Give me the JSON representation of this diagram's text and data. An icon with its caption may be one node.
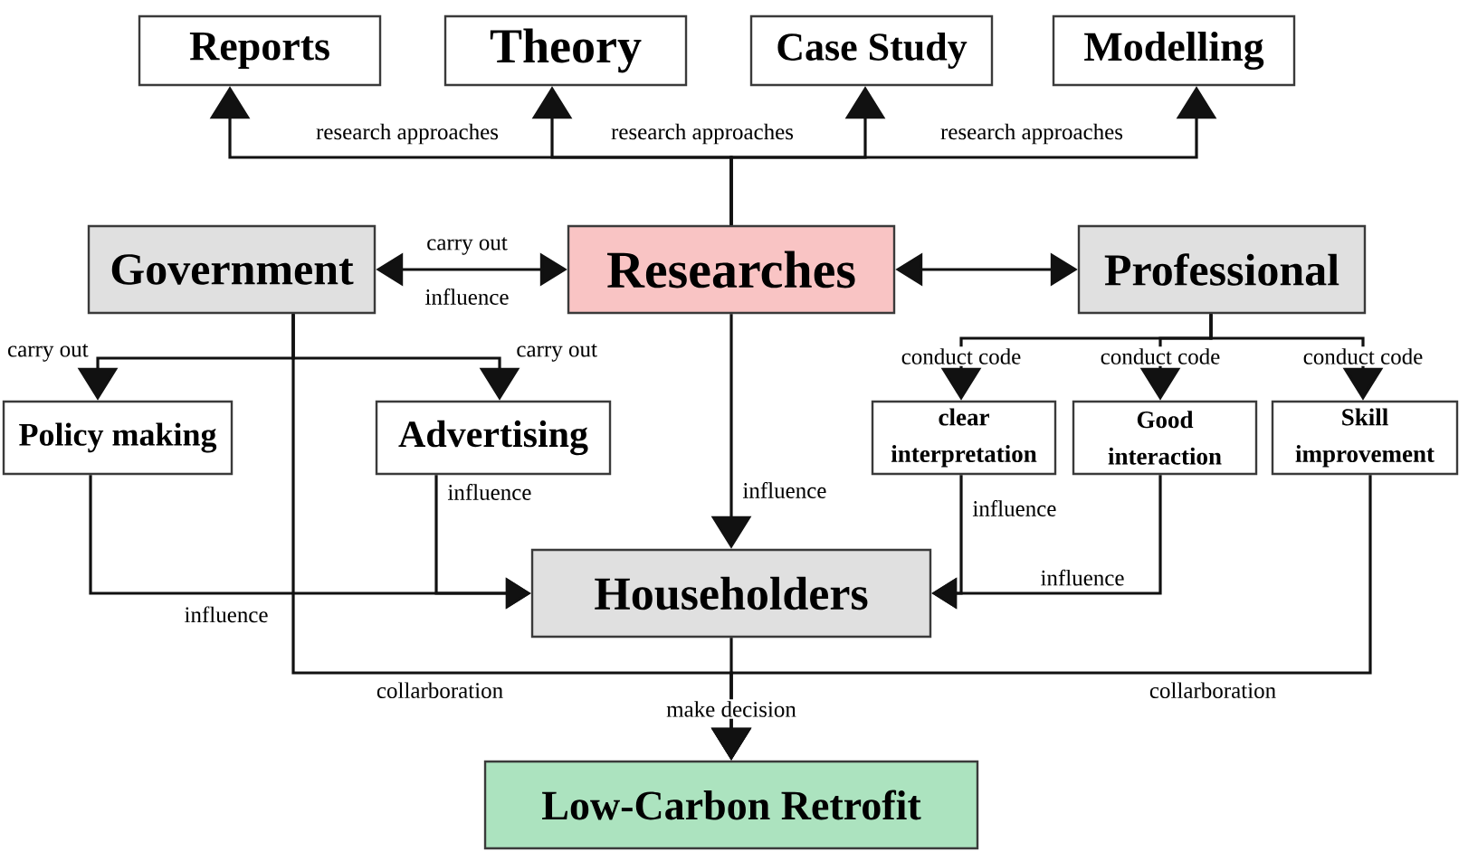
{
  "diagram": {
    "nodes": [
      {
        "text": [
          "Reports"
        ]
      },
      {
        "text": [
          "Theory"
        ]
      },
      {
        "text": [
          "Case Study"
        ]
      },
      {
        "text": [
          "Modelling"
        ]
      },
      {
        "text": [
          "Government"
        ]
      },
      {
        "text": [
          "Researches"
        ]
      },
      {
        "text": [
          "Professional"
        ]
      },
      {
        "text": [
          "Policy making"
        ]
      },
      {
        "text": [
          "Advertising"
        ]
      },
      {
        "text": [
          "clear interpretation"
        ]
      },
      {
        "text": [
          "Good interaction"
        ]
      },
      {
        "text": [
          "Skill improvement"
        ]
      },
      {
        "text": [
          "Householders"
        ]
      },
      {
        "text": [
          "Low-Carbon Retrofit"
        ]
      }
    ],
    "edges": [
      {
        "from": 5,
        "to": 0,
        "arrow": "to",
        "label": "research approaches"
      },
      {
        "from": 5,
        "to": 1,
        "arrow": "to",
        "label": "research approaches"
      },
      {
        "from": 5,
        "to": 2,
        "arrow": "to"
      },
      {
        "from": 5,
        "to": 3,
        "arrow": "to",
        "label": "research approaches"
      },
      {
        "from": 4,
        "to": 5,
        "arrow": "both",
        "label": "carry out"
      },
      {
        "from": 5,
        "to": 6,
        "arrow": "both"
      },
      {
        "from": 4,
        "to": 7,
        "arrow": "to",
        "label": "carry out"
      },
      {
        "from": 4,
        "to": 8,
        "arrow": "to",
        "label": "carry out"
      },
      {
        "from": 5,
        "to": 12,
        "arrow": "to",
        "label": "influence"
      },
      {
        "from": 7,
        "to": 12,
        "arrow": "to",
        "label": "influence"
      },
      {
        "from": 8,
        "to": 12,
        "arrow": "to",
        "label": "influence"
      },
      {
        "from": 6,
        "to": 9,
        "arrow": "to",
        "label": "conduct code"
      },
      {
        "from": 6,
        "to": 10,
        "arrow": "to",
        "label": "conduct code"
      },
      {
        "from": 6,
        "to": 11,
        "arrow": "to",
        "label": "conduct code"
      },
      {
        "from": 9,
        "to": 12,
        "arrow": "to",
        "label": "influence"
      },
      {
        "from": 10,
        "to": 12,
        "arrow": "to",
        "label": "influence"
      },
      {
        "from": 4,
        "to": 13,
        "arrow": "to",
        "label": "collarboration"
      },
      {
        "from": 11,
        "to": 13,
        "arrow": "to",
        "label": "collarboration"
      },
      {
        "from": 12,
        "to": 13,
        "arrow": "to",
        "label": "make decision"
      }
    ],
    "labels": [
      "influence"
    ]
  }
}
